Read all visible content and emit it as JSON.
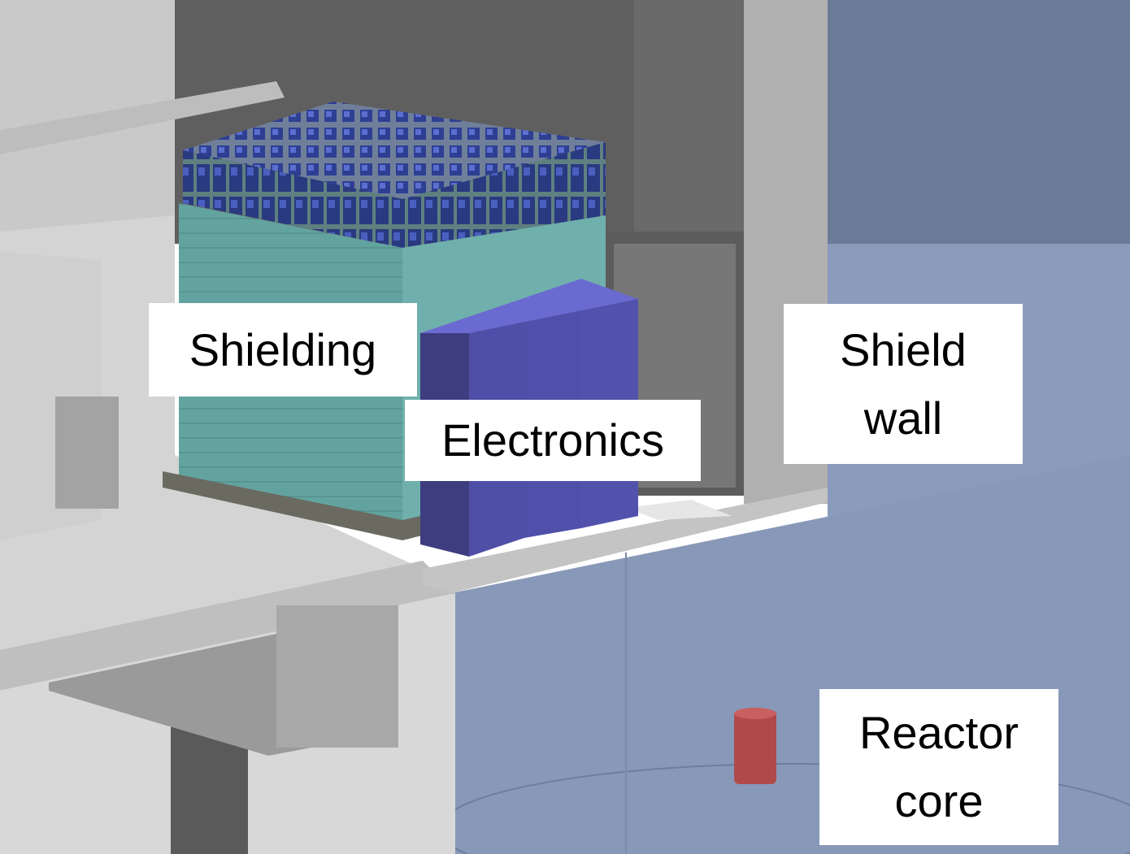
{
  "labels": {
    "shielding": "Shielding",
    "electronics": "Electronics",
    "shield_wall_line1": "Shield",
    "shield_wall_line2": "wall",
    "reactor_core_line1": "Reactor",
    "reactor_core_line2": "core"
  },
  "colors": {
    "background": "#ffffff",
    "floor": "#d2d2d2",
    "wall_dark": "#666666",
    "pool_water": "#8595b0",
    "detector_panels": "#5f9e9a",
    "pmt_modules": "#3a4a8f",
    "electronics_racks": "#5555b5",
    "reactor_core": "#b04a4a"
  }
}
